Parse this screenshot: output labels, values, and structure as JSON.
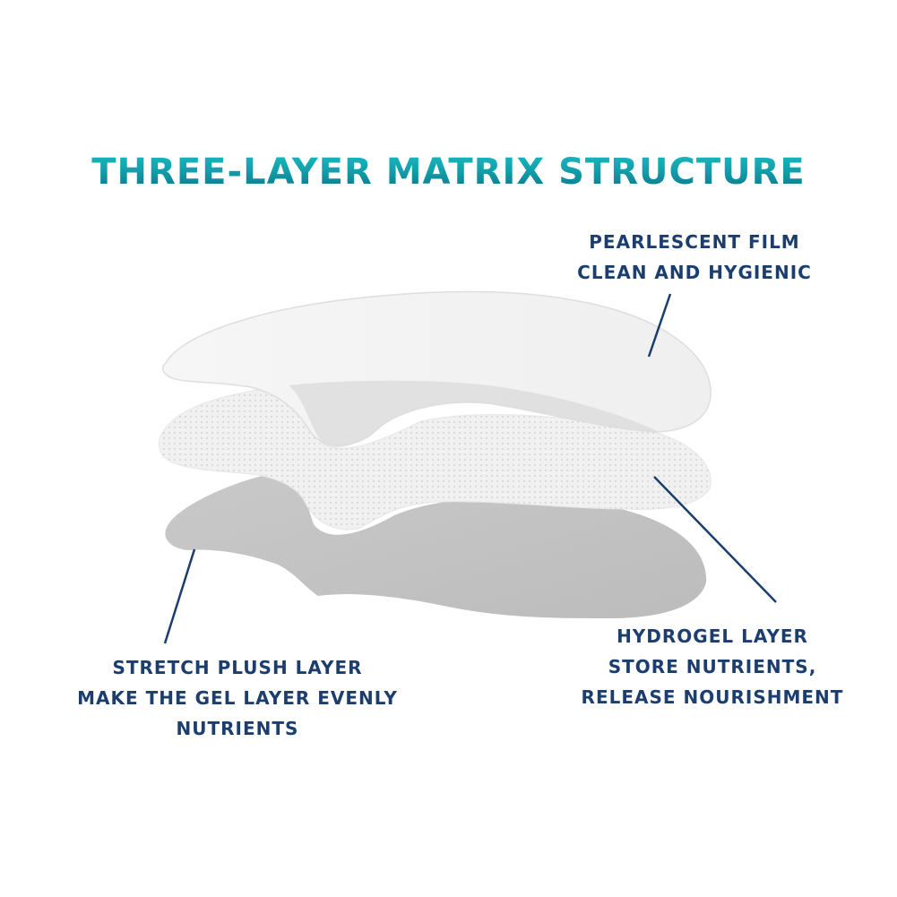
{
  "title": "THREE-LAYER MATRIX STRUCTURE",
  "layers": {
    "top": {
      "lines": [
        "PEARLESCENT FILM",
        "CLEAN AND HYGIENIC"
      ]
    },
    "middle": {
      "lines": [
        "HYDROGEL LAYER",
        "STORE NUTRIENTS,",
        "RELEASE NOURISHMENT"
      ]
    },
    "bottom": {
      "lines": [
        "STRETCH PLUSH LAYER",
        "MAKE THE GEL LAYER EVENLY",
        "NUTRIENTS"
      ]
    }
  },
  "colors": {
    "title_gradient": [
      "#1ec6cc",
      "#0b5f78"
    ],
    "label": "#1b3e6e",
    "film": "#f2f2f2",
    "hydrogel": "#ececec",
    "plush": "#c3c3c3"
  }
}
